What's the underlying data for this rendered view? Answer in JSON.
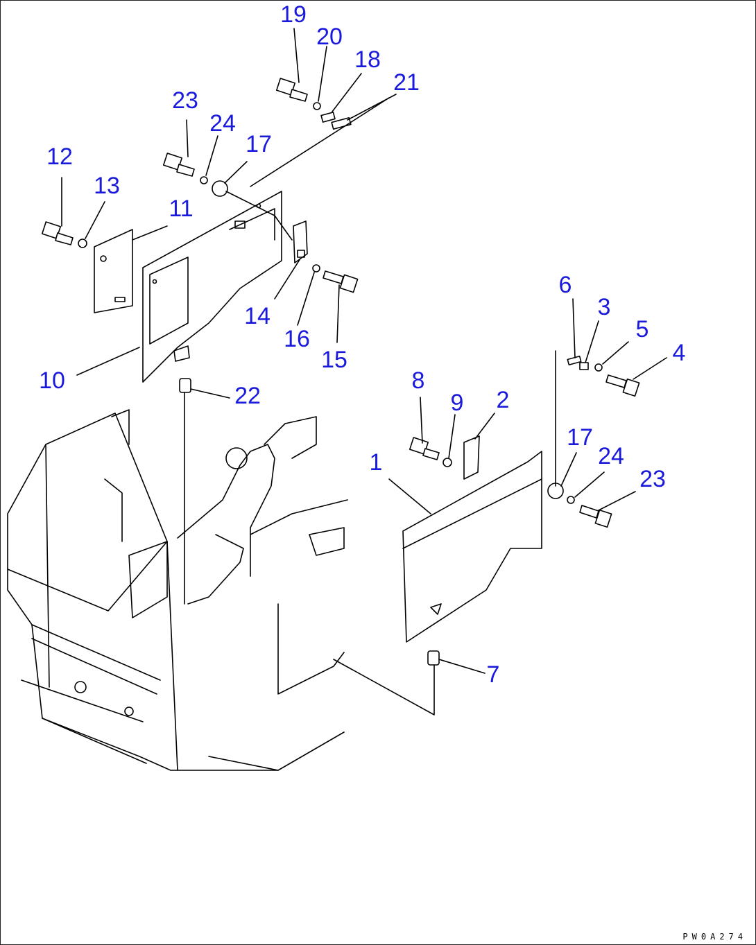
{
  "diagram": {
    "callouts": [
      "19",
      "20",
      "18",
      "21",
      "23",
      "24",
      "17",
      "12",
      "13",
      "11",
      "14",
      "16",
      "15",
      "10",
      "22",
      "6",
      "3",
      "5",
      "4",
      "8",
      "9",
      "2",
      "1",
      "17",
      "24",
      "23",
      "7"
    ],
    "drawing_code": "PW0A274",
    "colors": {
      "callout": "#1a1adc",
      "line": "#000000",
      "background": "#ffffff"
    }
  }
}
